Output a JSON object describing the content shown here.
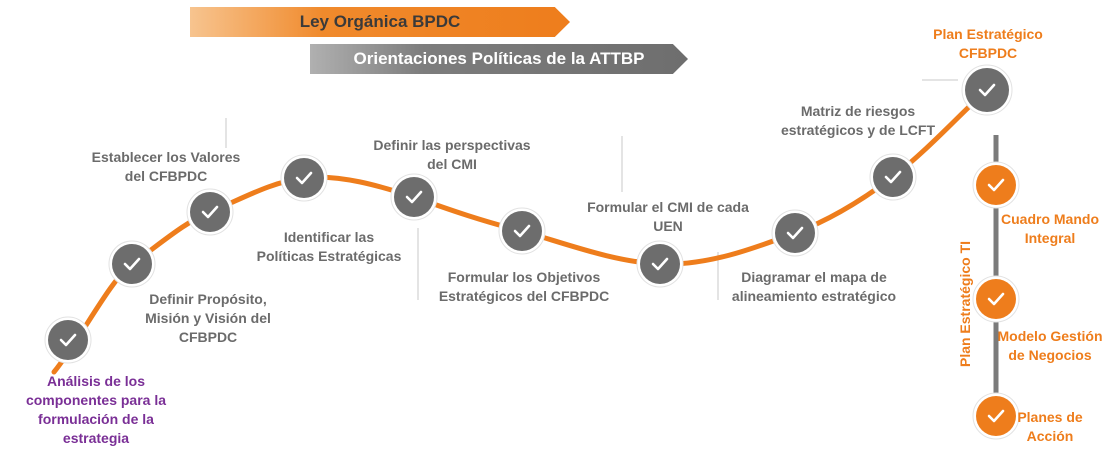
{
  "colors": {
    "orange": "#EE7D1C",
    "gray": "#6D6D6D",
    "purple": "#7A2F96",
    "light_gray": "#B8B8B8"
  },
  "banners": {
    "law": "Ley Orgánica BPDC",
    "policies": "Orientaciones Políticas de la ATTBP"
  },
  "steps": [
    {
      "lines": [
        "Análisis de los",
        "componentes para la",
        "formulación de la",
        "estrategia"
      ]
    },
    {
      "lines": [
        "Definir Propósito,",
        "Misión y Visión del",
        "CFBPDC"
      ]
    },
    {
      "lines": [
        "Establecer los Valores",
        "del CFBPDC"
      ]
    },
    {
      "lines": [
        "Identificar las",
        "Políticas Estratégicas"
      ]
    },
    {
      "lines": [
        "Definir las perspectivas",
        "del CMI"
      ]
    },
    {
      "lines": [
        "Formular los Objetivos",
        "Estratégicos del CFBPDC"
      ]
    },
    {
      "lines": [
        "Formular el CMI de cada",
        "UEN"
      ]
    },
    {
      "lines": [
        "Diagramar el mapa de",
        "alineamiento estratégico"
      ]
    },
    {
      "lines": [
        "Matriz de riesgos",
        "estratégicos y de LCFT"
      ]
    },
    {
      "lines": [
        "Plan Estratégico",
        "CFBPDC"
      ]
    }
  ],
  "sub_plan": {
    "title": "Plan Estratégico TI",
    "items": [
      {
        "lines": [
          "Cuadro Mando",
          "Integral"
        ]
      },
      {
        "lines": [
          "Modelo Gestión",
          "de Negocios"
        ]
      },
      {
        "lines": [
          "Planes de",
          "Acción"
        ]
      }
    ]
  },
  "icon": "check-icon"
}
